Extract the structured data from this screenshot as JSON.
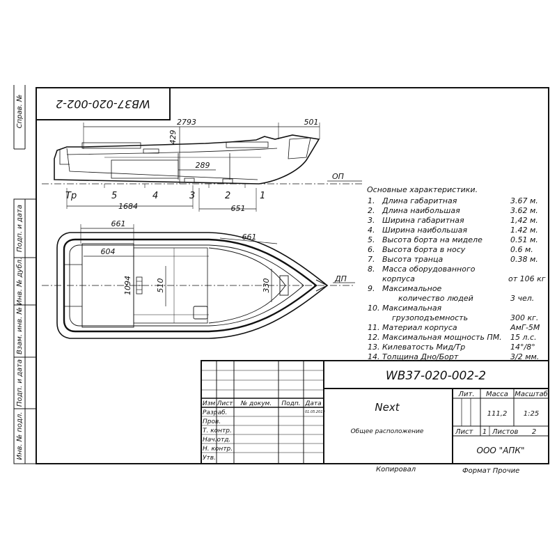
{
  "drawing_number": "WB37-020-002-2",
  "side_labels": [
    "Справ. №",
    "Подп. и дата",
    "Инв. № дубл.",
    "Взам. инв. №",
    "Подп. и дата",
    "Инв. № подл."
  ],
  "side_view": {
    "dims": {
      "length_overall": "2793",
      "bow": "501",
      "height": "429",
      "transom_offset": "289",
      "frame_1684": "1684",
      "frame_651": "651"
    },
    "baseline_label": "ОП",
    "stations": [
      "Тр",
      "5",
      "4",
      "3",
      "2",
      "1"
    ]
  },
  "plan_view": {
    "dims": {
      "top_661": "661",
      "right_661": "661",
      "seat_604": "604",
      "beam_1094": "1094",
      "beam_510": "510",
      "beam_330": "330"
    },
    "centerline_label": "ДП"
  },
  "characteristics": {
    "title": "Основные характеристики.",
    "items": [
      {
        "num": "1.",
        "lines": [
          "Длина габаритная"
        ],
        "value": "3.67 м."
      },
      {
        "num": "2.",
        "lines": [
          "Длина наибольшая"
        ],
        "value": "3.62 м."
      },
      {
        "num": "3.",
        "lines": [
          "Ширина габаритная"
        ],
        "value": "1,42 м."
      },
      {
        "num": "4.",
        "lines": [
          "Ширина наибольшая"
        ],
        "value": "1.42 м."
      },
      {
        "num": "5.",
        "lines": [
          "Высота борта на миделе"
        ],
        "value": "0.51 м."
      },
      {
        "num": "6.",
        "lines": [
          "Высота борта в носу"
        ],
        "value": "0.6 м."
      },
      {
        "num": "7.",
        "lines": [
          "Высота транца"
        ],
        "value": "0.38 м."
      },
      {
        "num": "8.",
        "lines": [
          "Масса оборудованного",
          "корпуса"
        ],
        "value": "от 106 кг"
      },
      {
        "num": "9.",
        "lines": [
          "Максимальное",
          "количество людей"
        ],
        "value": "3 чел."
      },
      {
        "num": "10.",
        "lines": [
          "Максимальная",
          "грузоподъемность"
        ],
        "value": "300 кг."
      },
      {
        "num": "11.",
        "lines": [
          "Материал корпуса"
        ],
        "value": "АмГ-5М"
      },
      {
        "num": "12.",
        "lines": [
          "Максимальная мощность ПМ."
        ],
        "value": "15 л.с."
      },
      {
        "num": "13.",
        "lines": [
          "Килеватость Мид/Тр"
        ],
        "value": "14°/8°"
      },
      {
        "num": "14.",
        "lines": [
          "Толщина Дно/Борт"
        ],
        "value": "3/2 мм."
      }
    ]
  },
  "title_block": {
    "designation": "WB37-020-002-2",
    "product_name": "Next",
    "document_title": "Общее расположение",
    "headers": {
      "change": "Изм",
      "sheet": "Лист",
      "doc_number": "№ докум.",
      "signature": "Подп.",
      "date": "Дата"
    },
    "roles": [
      "Разраб.",
      "Пров.",
      "Т. контр.",
      "Нач.отд.",
      "Н. контр.",
      "Утв."
    ],
    "date_value": "01.05.2019",
    "letter_label": "Лит.",
    "mass_label": "Масса",
    "scale_label": "Масштаб",
    "mass_value": "111,2",
    "scale_value": "1:25",
    "sheet_label": "Лист",
    "sheet_value": "1",
    "sheets_label": "Листов",
    "sheets_value": "2",
    "organization": "ООО \"АПК\"",
    "copied_label": "Копировал",
    "format_label": "Формат Прочие"
  }
}
